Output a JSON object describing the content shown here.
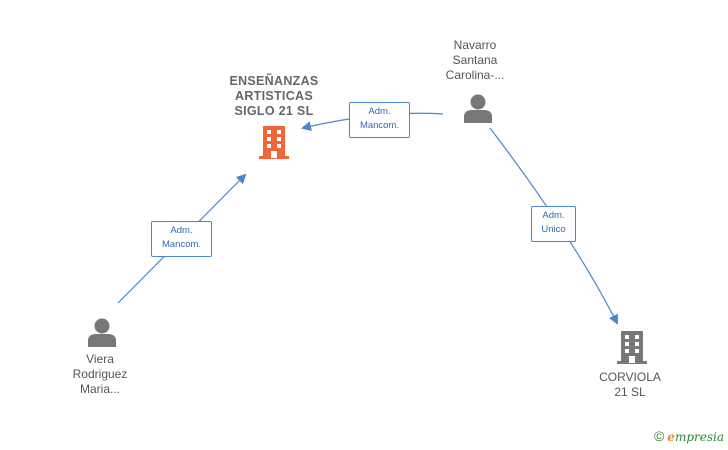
{
  "nodes": {
    "main_company": {
      "lines": [
        "ENSEÑANZAS",
        "ARTISTICAS",
        "SIGLO 21  SL"
      ],
      "icon": "building-icon",
      "color": "#f0663a"
    },
    "person_navarro": {
      "lines": [
        "Navarro",
        "Santana",
        "Carolina-..."
      ],
      "icon": "person-icon",
      "color": "#777777"
    },
    "person_viera": {
      "lines": [
        "Viera",
        "Rodriguez",
        "Maria..."
      ],
      "icon": "person-icon",
      "color": "#777777"
    },
    "company_corviola": {
      "lines": [
        "CORVIOLA",
        "21  SL"
      ],
      "icon": "building-icon",
      "color": "#777777"
    }
  },
  "edges": [
    {
      "from": "person_navarro",
      "to": "main_company",
      "label": [
        "Adm.",
        "Mancom."
      ]
    },
    {
      "from": "person_viera",
      "to": "main_company",
      "label": [
        "Adm.",
        "Mancom."
      ]
    },
    {
      "from": "person_navarro",
      "to": "company_corviola",
      "label": [
        "Adm.",
        "Unico"
      ]
    }
  ],
  "footer": {
    "copyright_symbol": "©",
    "brand_first": "e",
    "brand_rest": "mpresia"
  },
  "colors": {
    "edge": "#4a86d0",
    "accent": "#f0663a"
  }
}
